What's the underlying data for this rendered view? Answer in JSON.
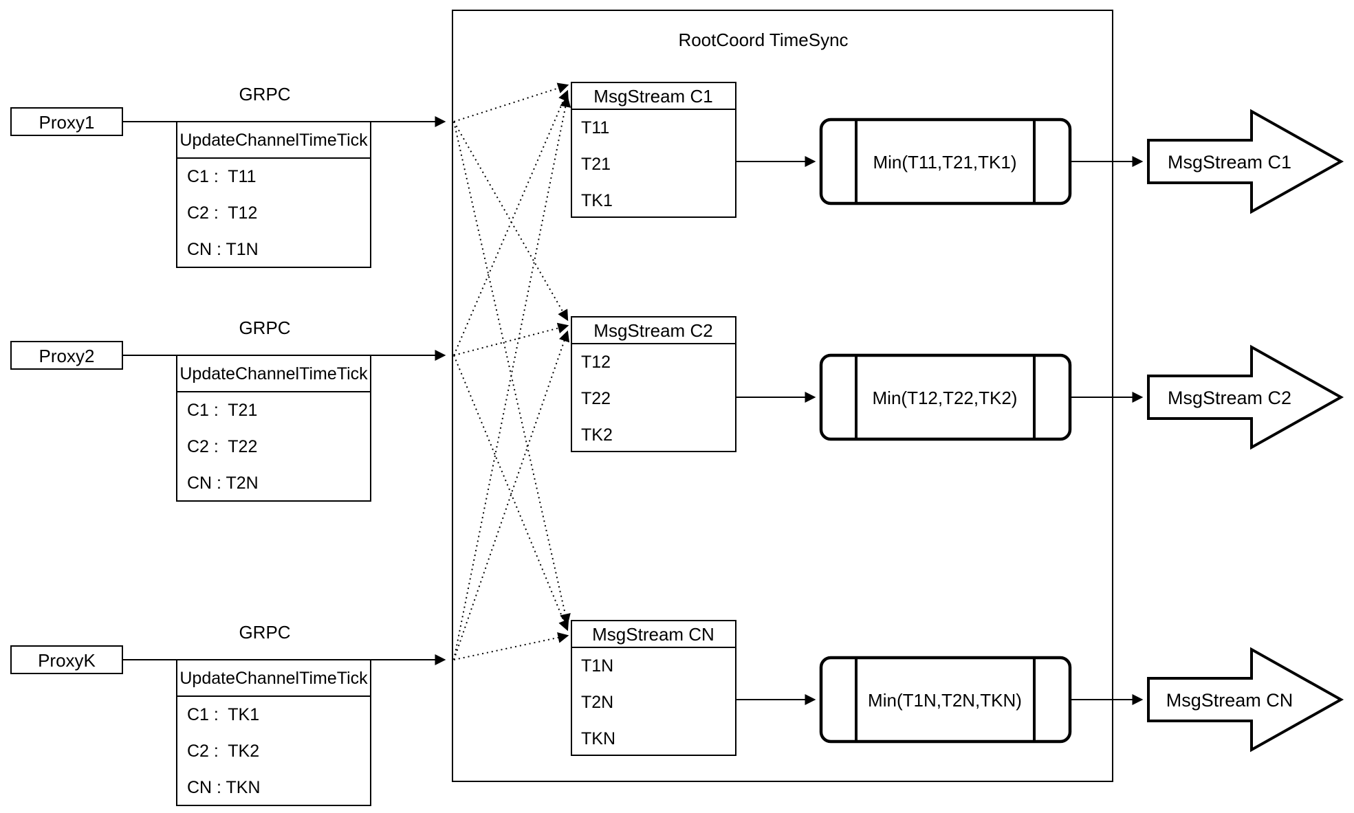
{
  "diagram": {
    "title": "RootCoord TimeSync",
    "background_color": "#ffffff",
    "stroke_color": "#000000",
    "rows": [
      {
        "proxy_label": "Proxy1",
        "grpc_label": "GRPC",
        "update_table": {
          "header": "UpdateChannelTimeTick",
          "rows": [
            "C1 :  T11",
            "C2 :  T12",
            "CN : T1N"
          ]
        },
        "stream_table": {
          "header": "MsgStream C1",
          "rows": [
            "T11",
            "T21",
            "TK1"
          ]
        },
        "min_label": "Min(T11,T21,TK1)",
        "output_label": "MsgStream C1"
      },
      {
        "proxy_label": "Proxy2",
        "grpc_label": "GRPC",
        "update_table": {
          "header": "UpdateChannelTimeTick",
          "rows": [
            "C1 :  T21",
            "C2 :  T22",
            "CN : T2N"
          ]
        },
        "stream_table": {
          "header": "MsgStream C2",
          "rows": [
            "T12",
            "T22",
            "TK2"
          ]
        },
        "min_label": "Min(T12,T22,TK2)",
        "output_label": "MsgStream C2"
      },
      {
        "proxy_label": "ProxyK",
        "grpc_label": "GRPC",
        "update_table": {
          "header": "UpdateChannelTimeTick",
          "rows": [
            "C1 :  TK1",
            "C2 :  TK2",
            "CN : TKN"
          ]
        },
        "stream_table": {
          "header": "MsgStream CN",
          "rows": [
            "T1N",
            "T2N",
            "TKN"
          ]
        },
        "min_label": "Min(T1N,T2N,TKN)",
        "output_label": "MsgStream CN"
      }
    ]
  }
}
